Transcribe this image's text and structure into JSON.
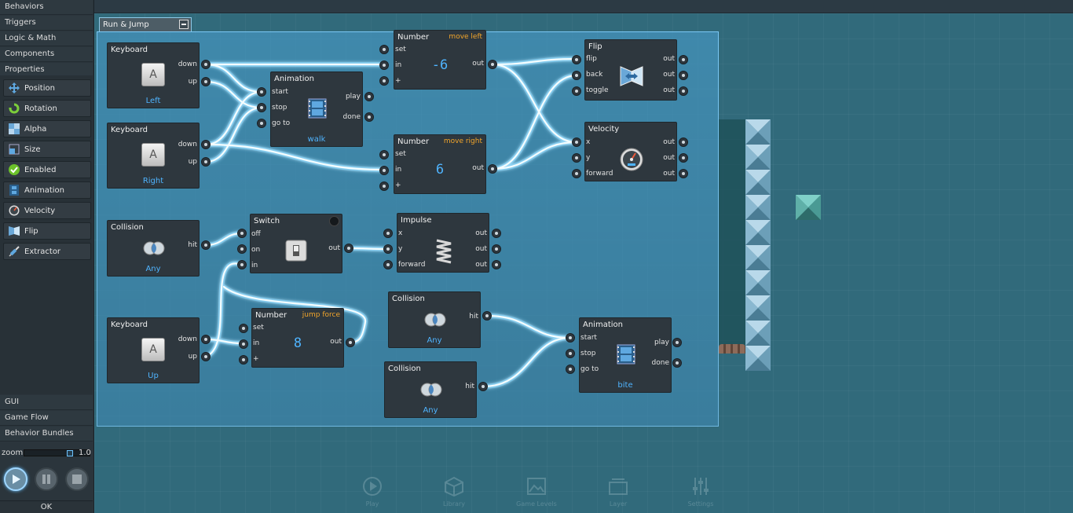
{
  "sidebar": {
    "categories": [
      "Behaviors",
      "Triggers",
      "Logic & Math",
      "Components",
      "Properties"
    ],
    "properties": [
      {
        "label": "Position",
        "icon": "move-arrows-icon"
      },
      {
        "label": "Rotation",
        "icon": "rotation-icon"
      },
      {
        "label": "Alpha",
        "icon": "alpha-checker-icon"
      },
      {
        "label": "Size",
        "icon": "size-icon"
      },
      {
        "label": "Enabled",
        "icon": "checkmark-icon"
      },
      {
        "label": "Animation",
        "icon": "film-strip-icon"
      },
      {
        "label": "Velocity",
        "icon": "speedometer-icon"
      },
      {
        "label": "Flip",
        "icon": "flip-icon"
      },
      {
        "label": "Extractor",
        "icon": "syringe-icon"
      }
    ],
    "bottom_categories": [
      "GUI",
      "Game Flow",
      "Behavior Bundles"
    ],
    "zoom_label": "zoom",
    "zoom_value": "1.0",
    "ok_label": "OK"
  },
  "group": {
    "title": "Run & Jump"
  },
  "nodes": {
    "keyboard_left": {
      "title": "Keyboard",
      "key": "A",
      "bottom": "Left",
      "ports_out": [
        "down",
        "up"
      ]
    },
    "keyboard_right": {
      "title": "Keyboard",
      "key": "A",
      "bottom": "Right",
      "ports_out": [
        "down",
        "up"
      ]
    },
    "keyboard_up": {
      "title": "Keyboard",
      "key": "A",
      "bottom": "Up",
      "ports_out": [
        "down",
        "up"
      ]
    },
    "animation_walk": {
      "title": "Animation",
      "bottom": "walk",
      "ports_in": [
        "start",
        "stop",
        "go to"
      ],
      "ports_out": [
        "play",
        "done"
      ]
    },
    "number_move_left": {
      "title": "Number",
      "sub": "move left",
      "value": "-6",
      "ports_in": [
        "set",
        "in",
        "+"
      ],
      "ports_out": [
        "out"
      ]
    },
    "number_move_right": {
      "title": "Number",
      "sub": "move right",
      "value": "6",
      "ports_in": [
        "set",
        "in",
        "+"
      ],
      "ports_out": [
        "out"
      ]
    },
    "flip": {
      "title": "Flip",
      "ports_in": [
        "flip",
        "back",
        "toggle"
      ],
      "ports_out": [
        "out",
        "out",
        "out"
      ]
    },
    "velocity": {
      "title": "Velocity",
      "ports_in": [
        "x",
        "y",
        "forward"
      ],
      "ports_out": [
        "out",
        "out",
        "out"
      ]
    },
    "collision_any1": {
      "title": "Collision",
      "bottom": "Any",
      "ports_out": [
        "hit"
      ]
    },
    "switch": {
      "title": "Switch",
      "ports_in": [
        "off",
        "on",
        "in"
      ],
      "ports_out": [
        "out"
      ]
    },
    "impulse": {
      "title": "Impulse",
      "ports_in": [
        "x",
        "y",
        "forward"
      ],
      "ports_out": [
        "out",
        "out",
        "out"
      ]
    },
    "number_jump": {
      "title": "Number",
      "sub": "jump force",
      "value": "8",
      "ports_in": [
        "set",
        "in",
        "+"
      ],
      "ports_out": [
        "out"
      ]
    },
    "collision_any2": {
      "title": "Collision",
      "bottom": "Any",
      "ports_out": [
        "hit"
      ]
    },
    "collision_any3": {
      "title": "Collision",
      "bottom": "Any",
      "ports_out": [
        "hit"
      ]
    },
    "animation_bite": {
      "title": "Animation",
      "bottom": "bite",
      "ports_in": [
        "start",
        "stop",
        "go to"
      ],
      "ports_out": [
        "play",
        "done"
      ]
    }
  },
  "toolbar": {
    "items": [
      "Play",
      "Library",
      "Game Levels",
      "Layer",
      "Settings"
    ]
  },
  "colors": {
    "wire": "#eafaff",
    "wire_glow": "#6fd3ff",
    "accent_blue": "#4fb4ff",
    "label_orange": "#f2a52b",
    "group_fill": "#4a9cc8",
    "canvas_bg": "#316a7b"
  }
}
